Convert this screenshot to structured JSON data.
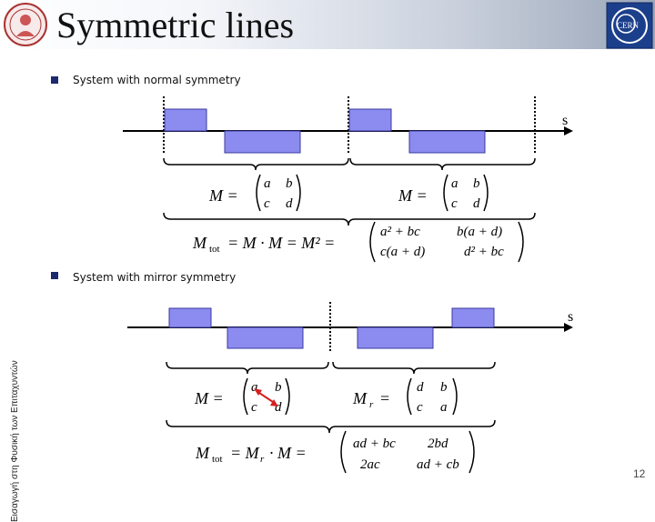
{
  "slide": {
    "title": "Symmetric lines",
    "side_text": "Εισαγωγή στη Φυσική των Επιταχυντών",
    "page_number": "12",
    "colors": {
      "magnet_fill": "#8c8cf0",
      "magnet_stroke": "#3a3aa0",
      "bullet": "#1a2a6c",
      "arrow": "#d42020"
    }
  },
  "section1": {
    "bullet": "System with normal symmetry",
    "axis_label": "s",
    "eq_M": {
      "lhs": "M =",
      "a": "a",
      "b": "b",
      "c": "c",
      "d": "d"
    },
    "eq_M2": {
      "lhs": "M =",
      "a": "a",
      "b": "b",
      "c": "c",
      "d": "d"
    },
    "eq_tot": {
      "lhs": "M",
      "sub": "tot",
      "rhs": "= M · M = M² =",
      "m11": "a² + bc",
      "m12": "b(a + d)",
      "m21": "c(a + d)",
      "m22": "d² + bc"
    }
  },
  "section2": {
    "bullet": "System with mirror symmetry",
    "axis_label": "s",
    "eq_M": {
      "lhs": "M =",
      "a": "a",
      "b": "b",
      "c": "c",
      "d": "d"
    },
    "eq_Mr": {
      "lhs": "M",
      "sub": "r",
      "eq": "=",
      "a": "d",
      "b": "b",
      "c": "c",
      "d": "a"
    },
    "eq_tot": {
      "lhs": "M",
      "sub": "tot",
      "rhs": "= M",
      "sub2": "r",
      "rhs2": "· M =",
      "m11": "ad + bc",
      "m12": "2bd",
      "m21": "2ac",
      "m22": "ad + cb"
    }
  }
}
